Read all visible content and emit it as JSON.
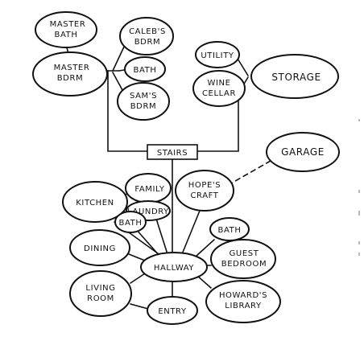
{
  "rooms": {
    "master_bath": [
      "MASTER",
      "BATH"
    ],
    "master_bdrm": [
      "MASTER",
      "BDRM"
    ],
    "calebs_bdrm": [
      "CALEB'S",
      "BDRM"
    ],
    "upper_bath": [
      "BATH"
    ],
    "sams_bdrm": [
      "SAM'S",
      "BDRM"
    ],
    "utility": [
      "UTILITY"
    ],
    "wine_cellar": [
      "WINE",
      "CELLAR"
    ],
    "storage": [
      "STORAGE"
    ],
    "stairs": [
      "STAIRS"
    ],
    "garage": [
      "GARAGE"
    ],
    "kitchen": [
      "KITCHEN"
    ],
    "family": [
      "FAMILY"
    ],
    "laundry": [
      "LAUNDRY"
    ],
    "lower_bath": [
      "BATH"
    ],
    "hopes_craft": [
      "HOPE'S",
      "CRAFT"
    ],
    "dining": [
      "DINING"
    ],
    "hallway": [
      "HALLWAY"
    ],
    "guest_bath": [
      "BATH"
    ],
    "guest_bedroom": [
      "GUEST",
      "BEDROOM"
    ],
    "living_room": [
      "LIVING",
      "ROOM"
    ],
    "entry": [
      "ENTRY"
    ],
    "howards_library": [
      "HOWARD'S",
      "LIBRARY"
    ]
  }
}
